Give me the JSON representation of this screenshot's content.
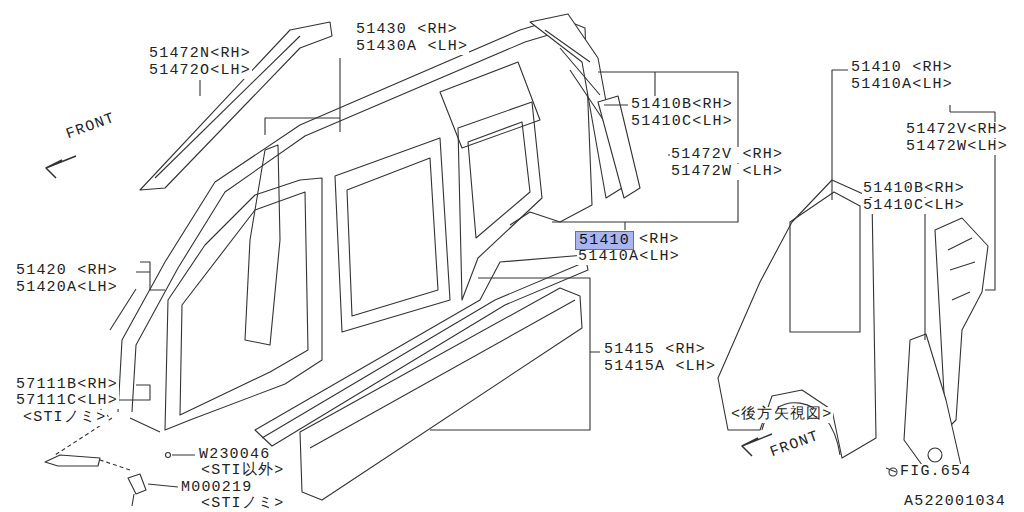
{
  "diagram": {
    "nodes": [
      {
        "text": [
          "51410"
        ]
      }
    ],
    "labels": [
      "51430 <RH>",
      "51430A <LH>",
      "51472N<RH>",
      "51472O<LH>",
      "FRONT",
      "51410B<RH>",
      "51410C<LH>",
      "51472V <RH>",
      "51472W <LH>",
      "51410 <RH>",
      "51410A<LH>",
      "51472V<RH>",
      "51472W<LH>",
      "51410B<RH>",
      "51410C<LH>",
      "<RH>",
      "51410A<LH>",
      "51420 <RH>",
      "51420A<LH>",
      "51415 <RH>",
      "51415A <LH>",
      "57111B<RH>",
      "57111C<LH>",
      "<STIノミ>",
      "W230046",
      "<STI以外>",
      "M000219",
      "<STIノミ>",
      "<後方矢視図>",
      "FRONT",
      "FIG.654",
      "A522001034"
    ]
  }
}
